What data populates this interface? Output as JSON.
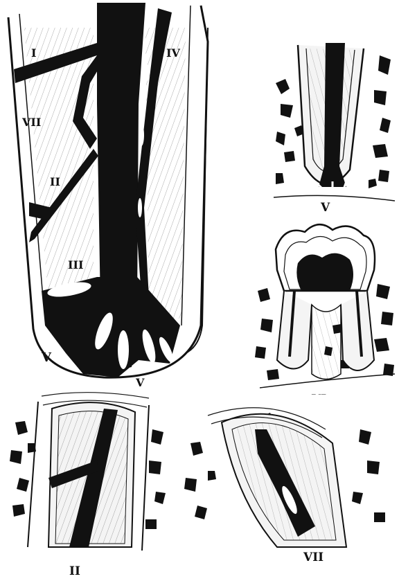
{
  "figure": {
    "main_root": {
      "labels": {
        "I": "I",
        "IV": "IV",
        "VII": "VII",
        "II": "II",
        "III": "III",
        "V_left": "V",
        "V_bottom": "V"
      }
    },
    "panel_apex": {
      "label": "V"
    },
    "panel_molar": {
      "label": "VI"
    },
    "panel_lateral_canal": {
      "label": "II"
    },
    "panel_split_canal": {
      "label": "VII"
    }
  },
  "colors": {
    "ink": "#111111",
    "paper": "#ffffff",
    "dentin": "#f4f4f4"
  }
}
